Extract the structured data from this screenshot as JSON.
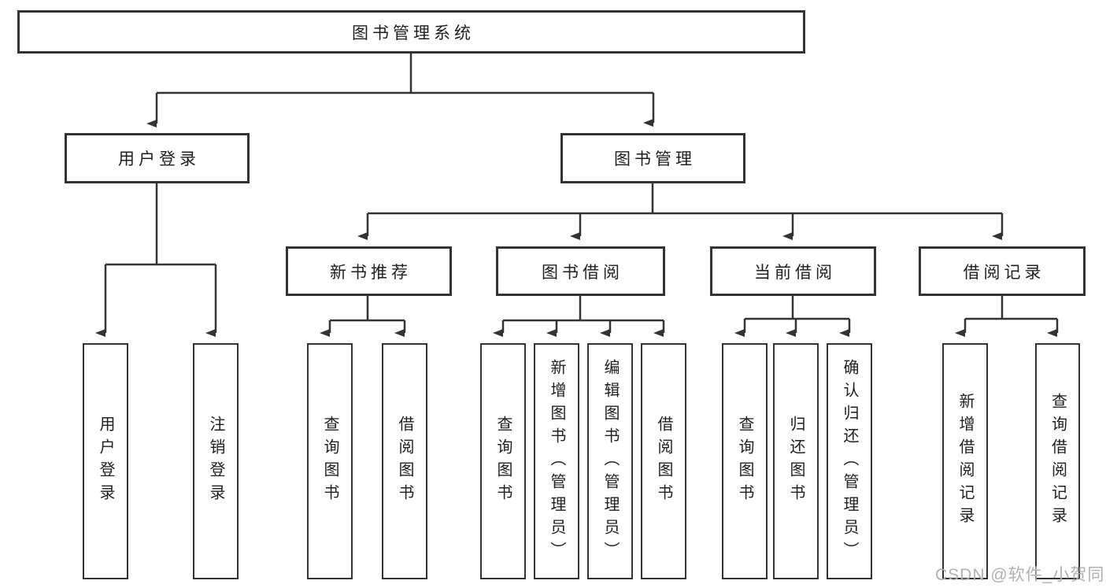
{
  "title": {
    "label": "图书管理系统"
  },
  "branches": {
    "user_login": {
      "label": "用户登录",
      "children": [
        {
          "label": "用户登录"
        },
        {
          "label": "注销登录"
        }
      ]
    },
    "book_mgmt": {
      "label": "图书管理",
      "sections": [
        {
          "label": "新书推荐",
          "children": [
            {
              "label": "查询图书"
            },
            {
              "label": "借阅图书"
            }
          ]
        },
        {
          "label": "图书借阅",
          "children": [
            {
              "label": "查询图书"
            },
            {
              "label": "新增图书（管理员）"
            },
            {
              "label": "编辑图书（管理员）"
            },
            {
              "label": "借阅图书"
            }
          ]
        },
        {
          "label": "当前借阅",
          "children": [
            {
              "label": "查询图书"
            },
            {
              "label": "归还图书"
            },
            {
              "label": "确认归还（管理员）"
            }
          ]
        },
        {
          "label": "借阅记录",
          "children": [
            {
              "label": "新增借阅记录"
            },
            {
              "label": "查询借阅记录"
            }
          ]
        }
      ]
    }
  },
  "watermark": {
    "text": "CSDN @软件_小贺同学"
  },
  "colors": {
    "line": "#333333",
    "box_border": "#333333",
    "text": "#1f1f1f",
    "watermark": "#b0b0b0",
    "background": "#ffffff"
  }
}
